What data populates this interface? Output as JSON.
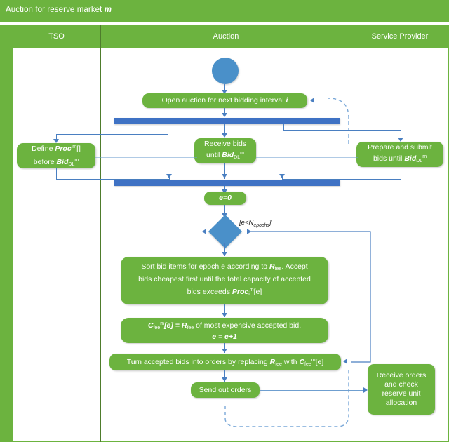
{
  "diagram": {
    "title_plain": "Auction for reserve market ",
    "title_italic": "m",
    "type": "uml-activity-swimlane",
    "colors": {
      "lane_green": "#6cb33f",
      "node_green": "#6cb33f",
      "bar_blue": "#3f72c4",
      "decision_blue": "#4a90c9",
      "start_blue": "#4a90c9",
      "connector_blue": "#4a7fc1",
      "text_white": "#ffffff"
    }
  },
  "lanes": [
    {
      "id": "tso",
      "label": "TSO"
    },
    {
      "id": "auction",
      "label": "Auction"
    },
    {
      "id": "service_provider",
      "label": "Service Provider"
    }
  ],
  "nodes": {
    "start": {
      "name": "initial-node",
      "lane": "auction",
      "shape": "circle"
    },
    "open_auction": {
      "lane": "auction",
      "text_pre": "Open auction for next bidding interval ",
      "text_italic": "i"
    },
    "fork1": {
      "name": "fork-bar",
      "lane": "auction",
      "shape": "bar"
    },
    "receive_bids": {
      "lane": "auction",
      "line1": "Receive bids",
      "line2_pre": "until ",
      "line2_sym": "Bid",
      "line2_sub": "DL",
      "line2_sup": "m"
    },
    "define_proc": {
      "lane": "tso",
      "line1_pre": "Define ",
      "line1_sym": "Proc",
      "line1_sub": "i",
      "line1_sup": "m",
      "line1_post": "[]",
      "line2_pre": "before ",
      "line2_sym": "Bid",
      "line2_sub": "DL",
      "line2_sup": "m"
    },
    "prepare_bids": {
      "lane": "service_provider",
      "line1": "Prepare and submit",
      "line2_pre": "bids until ",
      "line2_sym": "Bid",
      "line2_sub": "DL",
      "line2_sup": "m"
    },
    "join1": {
      "name": "join-bar",
      "lane": "auction",
      "shape": "bar"
    },
    "e_init": {
      "lane": "auction",
      "text": "e=0"
    },
    "decision": {
      "name": "decision-diamond",
      "lane": "auction",
      "shape": "diamond",
      "guard_pre": "[e<N",
      "guard_sub": "epochs",
      "guard_post": "]"
    },
    "sort_bids": {
      "lane": "auction",
      "l1_pre": "Sort bid items for epoch e according to ",
      "l1_sym": "R",
      "l1_sub": "fee",
      "l1_post": ". Accept",
      "l2": "bids cheapest first until the total capacity of accepted",
      "l3_pre": "bids exceeds ",
      "l3_sym": "Proc",
      "l3_sub": "i",
      "l3_sup": "m",
      "l3_post": "[e]"
    },
    "clearing": {
      "lane": "auction",
      "l1_sym": "C",
      "l1_sub": "fee",
      "l1_sup": "m",
      "l1_mid": "[e] = ",
      "l1_sym2": "R",
      "l1_sub2": "fee",
      "l1_post": " of most expensive accepted bid.",
      "l2": "e = e+1"
    },
    "make_orders": {
      "lane": "auction",
      "pre": "Turn accepted bids into orders by replacing ",
      "sym1": "R",
      "sub1": "fee",
      "mid": " with ",
      "sym2": "C",
      "sub2": "fee",
      "sup2": "m",
      "post": "[e]"
    },
    "send_orders": {
      "lane": "auction",
      "text": "Send out orders"
    },
    "receive_orders": {
      "lane": "service_provider",
      "l1": "Receive orders",
      "l2": "and check",
      "l3": "reserve unit",
      "l4": "allocation"
    }
  }
}
